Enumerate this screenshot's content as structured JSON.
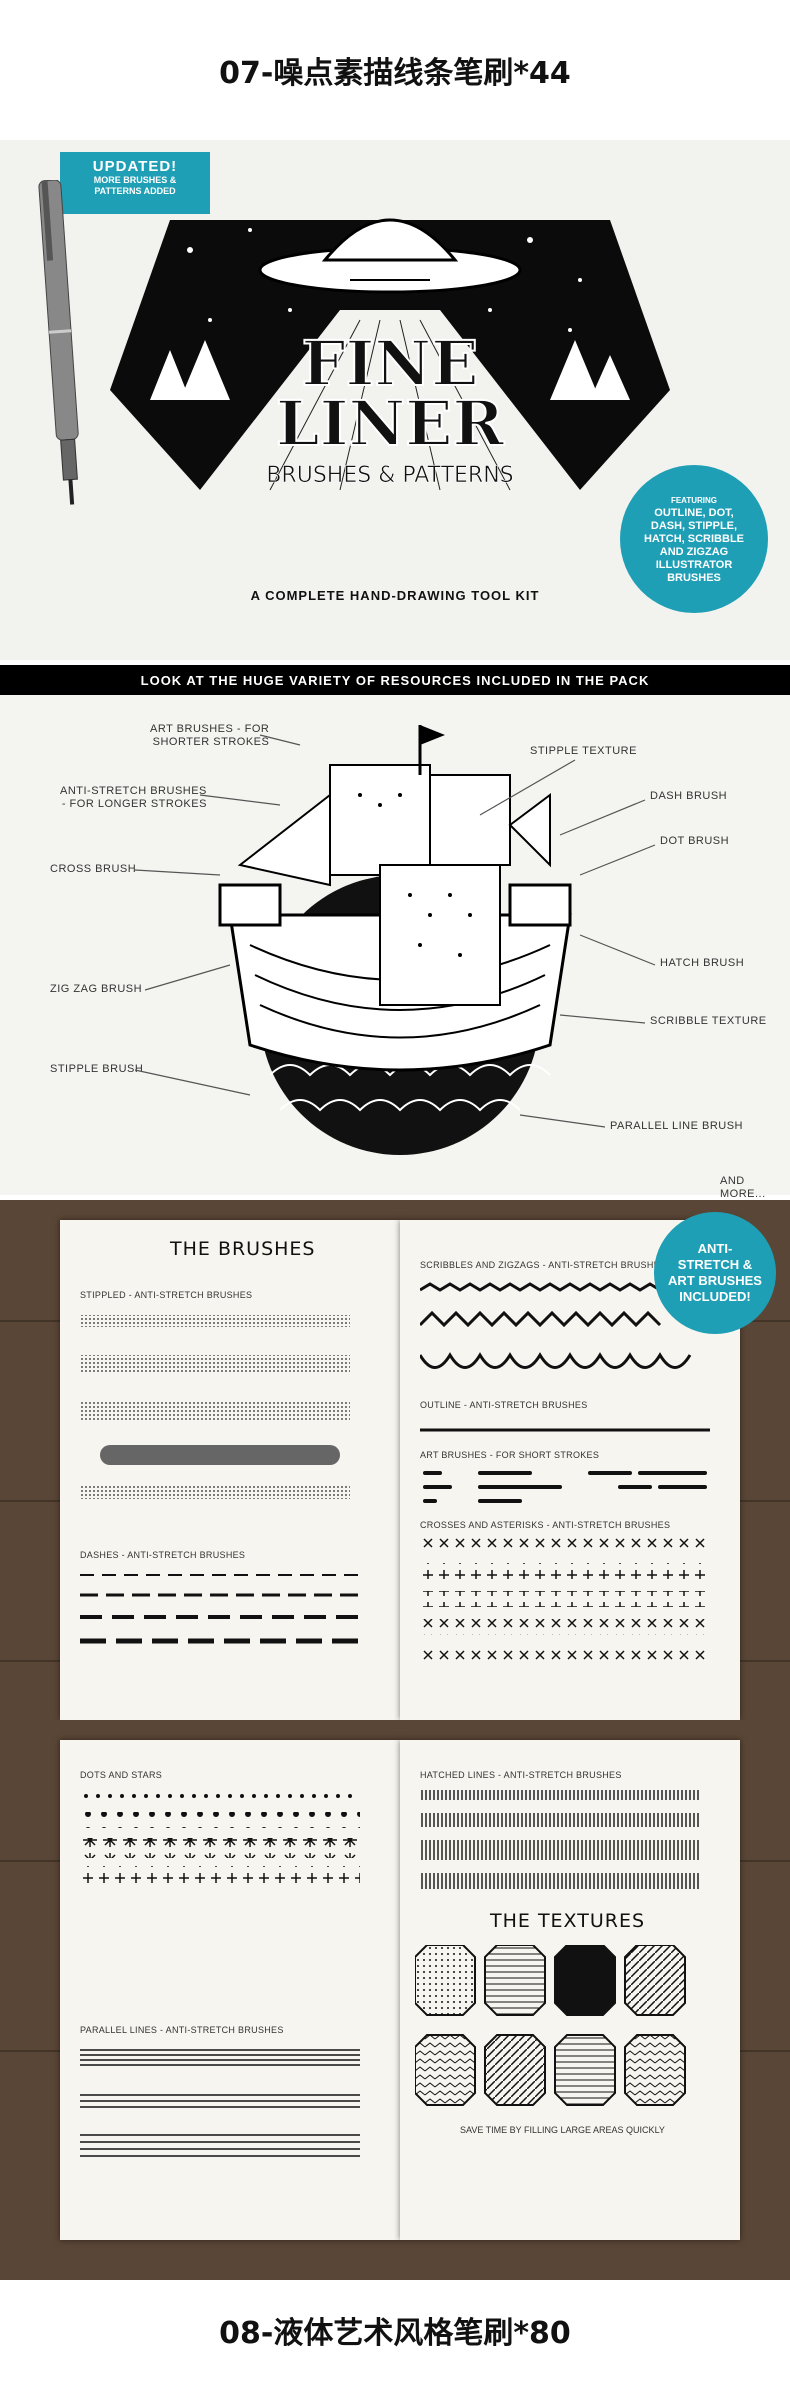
{
  "headings": {
    "top": "07-噪点素描线条笔刷*44",
    "bottom": "08-液体艺术风格笔刷*80"
  },
  "hero": {
    "badge_updated": {
      "line1": "UPDATED!",
      "line2": "MORE BRUSHES &",
      "line3": "PATTERNS ADDED"
    },
    "title_line1": "FINE",
    "title_line2": "LINER",
    "subtitle": "BRUSHES & PATTERNS",
    "tagline": "A COMPLETE HAND-DRAWING TOOL KIT",
    "featuring": {
      "lead": "FEATURING",
      "line1": "OUTLINE, DOT,",
      "line2": "DASH, STIPPLE,",
      "line3": "HATCH, SCRIBBLE",
      "line4": "AND ZIGZAG",
      "line5": "ILLUSTRATOR",
      "line6": "BRUSHES"
    }
  },
  "banner": "LOOK AT THE HUGE VARIETY OF RESOURCES INCLUDED IN THE PACK",
  "ship_callouts": {
    "art_brushes_1": "ART BRUSHES - FOR",
    "art_brushes_2": "SHORTER STROKES",
    "anti_stretch_1": "ANTI-STRETCH BRUSHES",
    "anti_stretch_2": "- FOR LONGER STROKES",
    "cross": "CROSS BRUSH",
    "zigzag": "ZIG ZAG BRUSH",
    "stipple": "STIPPLE BRUSH",
    "stipple_texture": "STIPPLE TEXTURE",
    "dash": "DASH BRUSH",
    "dot": "DOT BRUSH",
    "hatch": "HATCH BRUSH",
    "scribble": "SCRIBBLE TEXTURE",
    "parallel": "PARALLEL LINE BRUSH",
    "and_more": "AND MORE..."
  },
  "notebook1": {
    "left_heading": "THE BRUSHES",
    "stippled": "STIPPLED - ANTI-STRETCH BRUSHES",
    "dashes": "DASHES - ANTI-STRETCH BRUSHES",
    "scribbles": "SCRIBBLES AND ZIGZAGS - ANTI-STRETCH BRUSHES",
    "outline": "OUTLINE - ANTI-STRETCH BRUSHES",
    "art": "ART BRUSHES - FOR SHORT STROKES",
    "crosses": "CROSSES AND ASTERISKS - ANTI-STRETCH BRUSHES",
    "badge": {
      "line1": "ANTI-",
      "line2": "STRETCH &",
      "line3": "ART BRUSHES",
      "line4": "INCLUDED!"
    }
  },
  "notebook2": {
    "dots": "DOTS AND STARS",
    "parallel": "PARALLEL LINES - ANTI-STRETCH BRUSHES",
    "hatched": "HATCHED LINES - ANTI-STRETCH BRUSHES",
    "textures_heading": "THE TEXTURES",
    "caption": "SAVE TIME BY FILLING LARGE AREAS QUICKLY"
  },
  "colors": {
    "accent": "#1f9fb5",
    "wood": "#5a4636",
    "paper": "#f7f5ef"
  }
}
